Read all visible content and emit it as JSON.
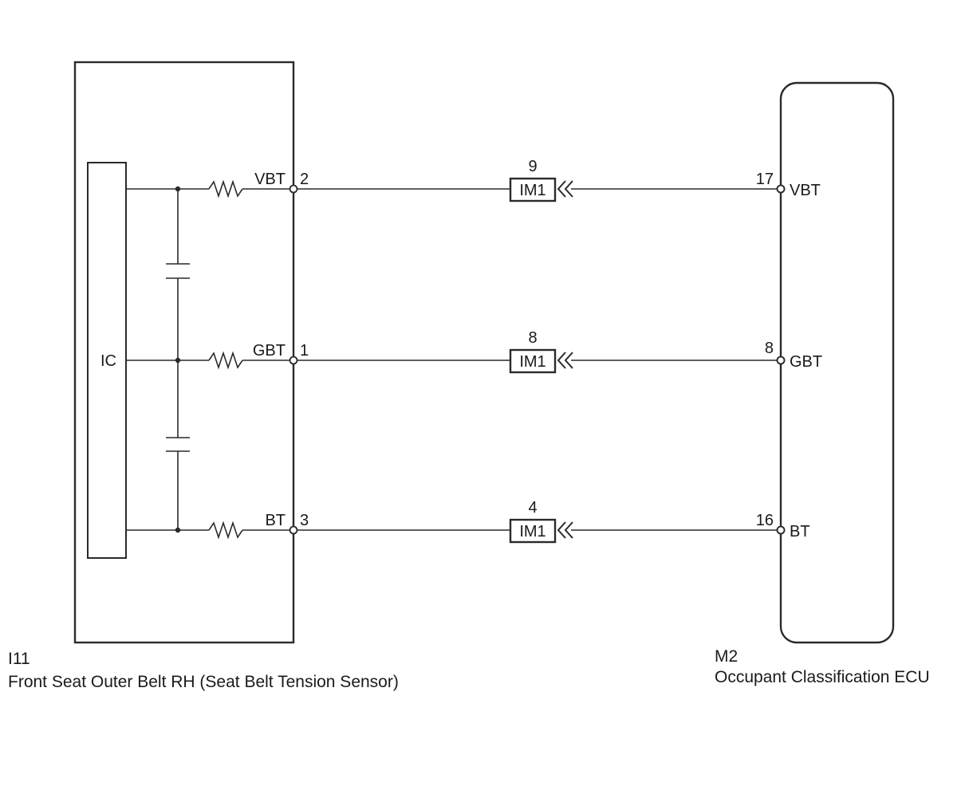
{
  "left_device": {
    "code": "I11",
    "name": "Front Seat Outer Belt RH (Seat Belt Tension Sensor)",
    "ic_label": "IC",
    "pins": [
      {
        "signal": "VBT",
        "number": "2"
      },
      {
        "signal": "GBT",
        "number": "1"
      },
      {
        "signal": "BT",
        "number": "3"
      }
    ]
  },
  "connectors": [
    {
      "label": "IM1",
      "pin": "9"
    },
    {
      "label": "IM1",
      "pin": "8"
    },
    {
      "label": "IM1",
      "pin": "4"
    }
  ],
  "right_device": {
    "code": "M2",
    "name": "Occupant Classification ECU",
    "pins": [
      {
        "signal": "VBT",
        "number": "17"
      },
      {
        "signal": "GBT",
        "number": "8"
      },
      {
        "signal": "BT",
        "number": "16"
      }
    ]
  }
}
